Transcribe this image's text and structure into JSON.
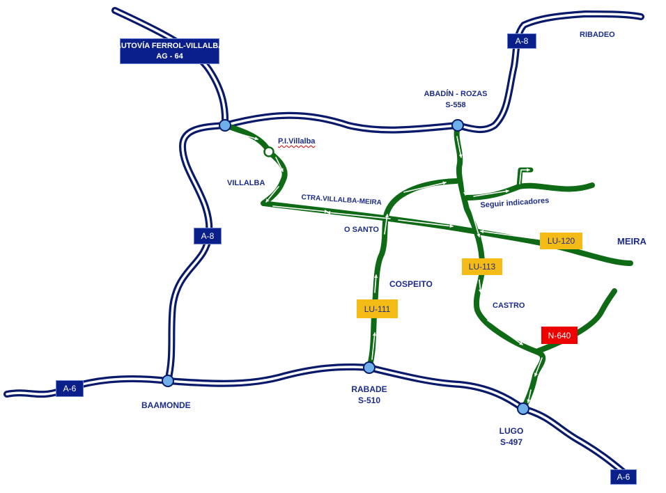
{
  "colors": {
    "motorway_outline": "#0a1a6b",
    "motorway_fill": "#ffffff",
    "route": "#0e6a14",
    "route_arrow": "#ffffff",
    "junction": "#6fb0ea",
    "label_text": "#1b2b86",
    "sign_blue": "#0b1f8a",
    "sign_yellow": "#f4bb16",
    "sign_red": "#ee0000"
  },
  "signs": {
    "motorway_title_line1": "AUTOVÍA FERROL-VILLALBA",
    "motorway_title_line2": "AG - 64",
    "a8_north": "A-8",
    "a8_west": "A-8",
    "a6_west": "A-6",
    "a6_east": "A-6",
    "lu120": "LU-120",
    "lu113": "LU-113",
    "lu111": "LU-111",
    "n640": "N-640"
  },
  "labels": {
    "ribadeo": "RIBADEO",
    "abadin_line1": "ABADÍN - ROZAS",
    "abadin_line2": "S-558",
    "pi_villalba": "P.I.Villalba",
    "villalba": "VILLALBA",
    "ctra_villalba_meira": "CTRA.VILLALBA-MEIRA",
    "seguir": "Seguir indicadores",
    "o_santo": "O SANTO",
    "meira": "MEIRA",
    "cospeito": "COSPEITO",
    "castro": "CASTRO",
    "baamonde": "BAAMONDE",
    "rabade_line1": "RABADE",
    "rabade_line2": "S-510",
    "lugo_line1": "LUGO",
    "lugo_line2": "S-497"
  }
}
